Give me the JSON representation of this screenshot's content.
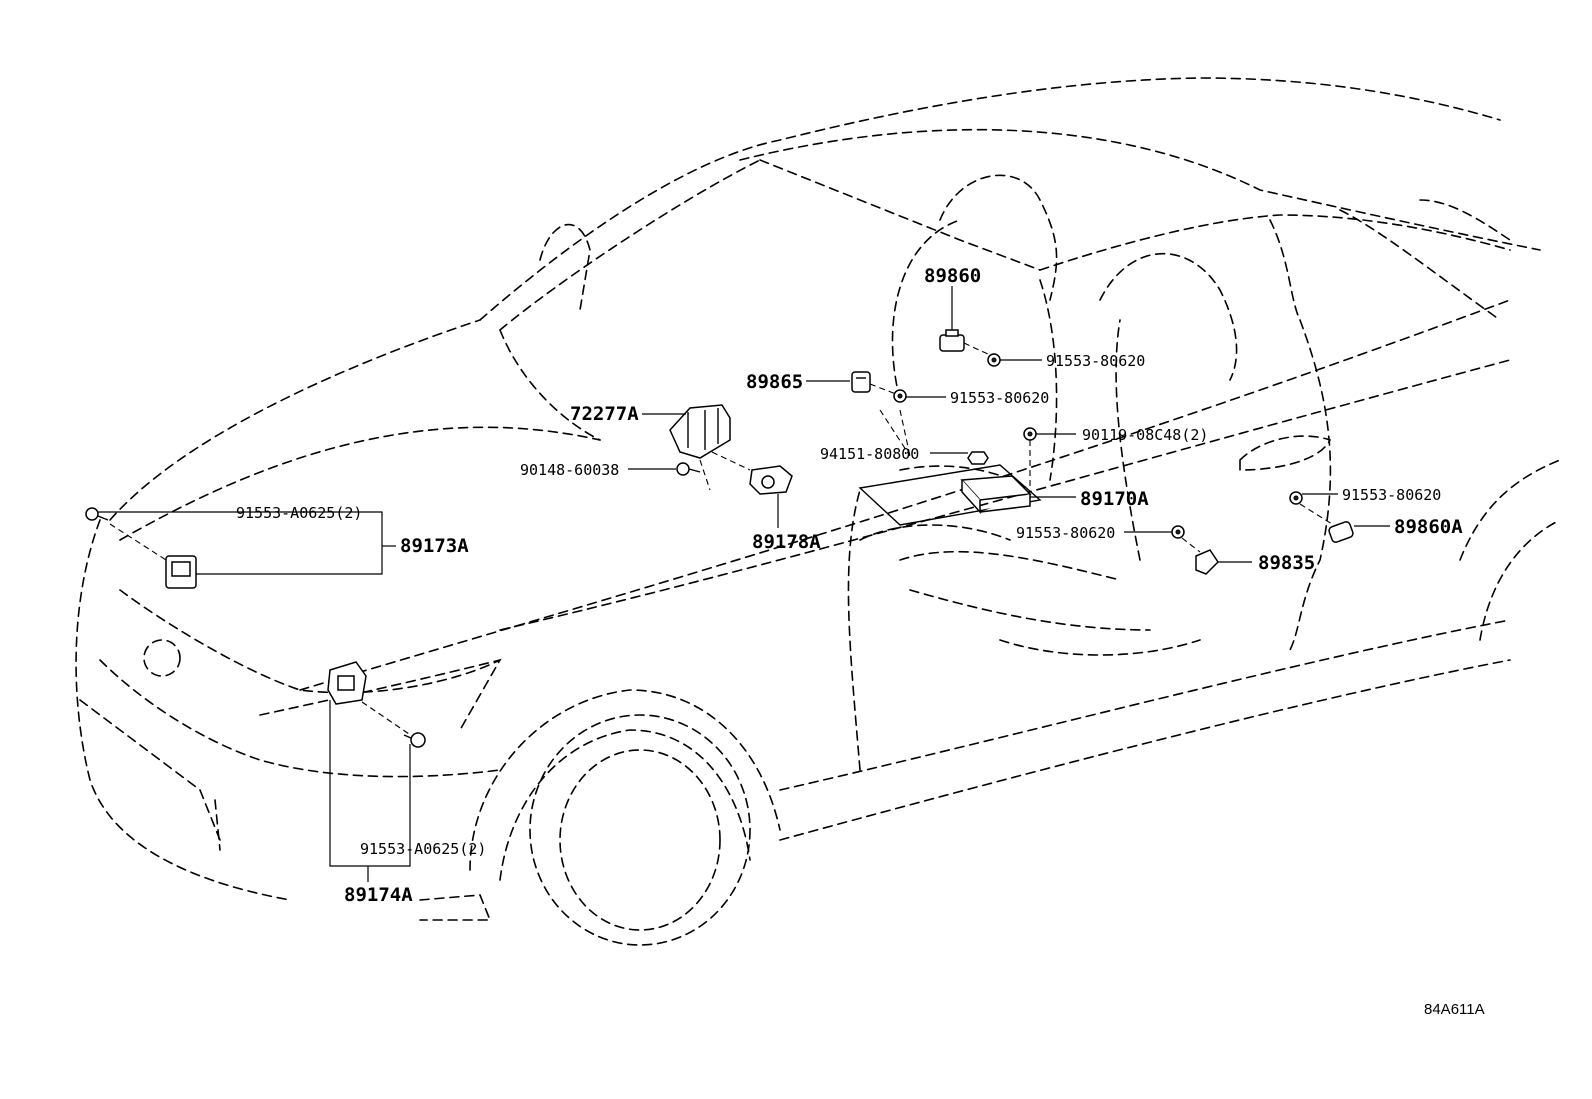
{
  "callouts": {
    "p89860": "89860",
    "p91553_80620_a": "91553-80620",
    "p89865": "89865",
    "p91553_80620_b": "91553-80620",
    "p72277A": "72277A",
    "p94151_80800": "94151-80800",
    "p90119_08C48": "90119-08C48(2)",
    "p90148_60038": "90148-60038",
    "p89170A": "89170A",
    "p91553_80620_c": "91553-80620",
    "p91553_A0625_a": "91553-A0625(2)",
    "p89173A": "89173A",
    "p89178A": "89178A",
    "p91553_80620_d": "91553-80620",
    "p89860A": "89860A",
    "p89835": "89835",
    "p91553_A0625_b": "91553-A0625(2)",
    "p89174A": "89174A"
  },
  "reference_code": "84A611A"
}
